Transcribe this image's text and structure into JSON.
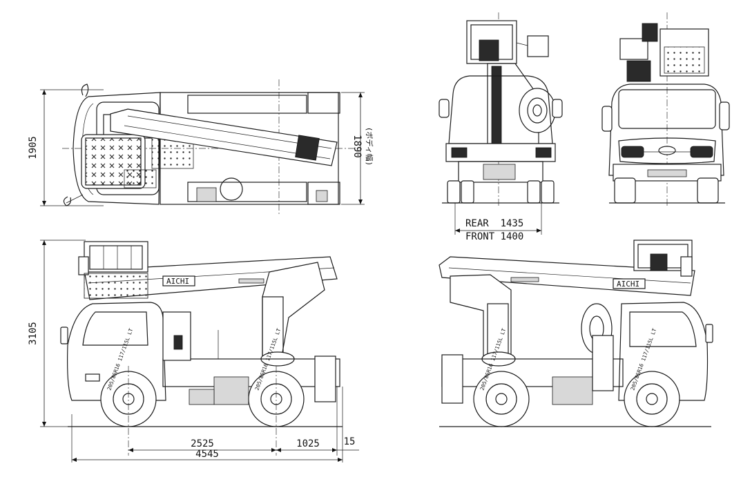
{
  "dimensions": {
    "top_width": "1905",
    "body_width": "1890",
    "body_width_note": "(ボディ幅)",
    "height": "3105",
    "wheelbase": "2525",
    "rear_overhang": "1025",
    "rear_step": "15",
    "overall_length": "4545",
    "rear_track": "REAR  1435",
    "front_track": "FRONT 1400"
  },
  "markings": {
    "brand": "AICHI",
    "tire_size": "205/85R16 117/115L LT"
  }
}
